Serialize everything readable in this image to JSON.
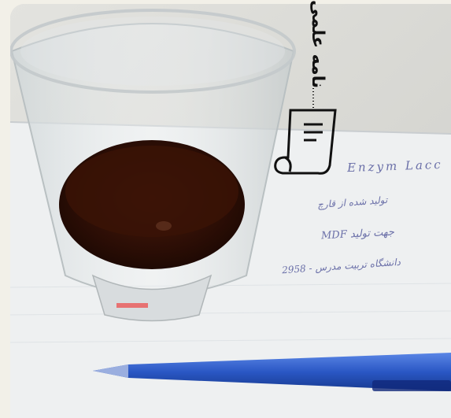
{
  "photo": {
    "description_tags": [
      "beaker",
      "brown-liquid",
      "paper",
      "blue-pen"
    ],
    "handwriting": {
      "line1": "Enzym Lacc",
      "line2": "تولید شده از قارچ",
      "line3": "MDF جهت تولید",
      "line4": "2958 - دانشگاه تربیت مدرس"
    }
  },
  "watermark": {
    "text": "نامه علمی",
    "icon": "document-scroll-icon"
  },
  "colors": {
    "liquid": "#3a1306",
    "pen": "#2a57c4",
    "ink": "#6a6fa8",
    "paper": "#eef0f1"
  }
}
